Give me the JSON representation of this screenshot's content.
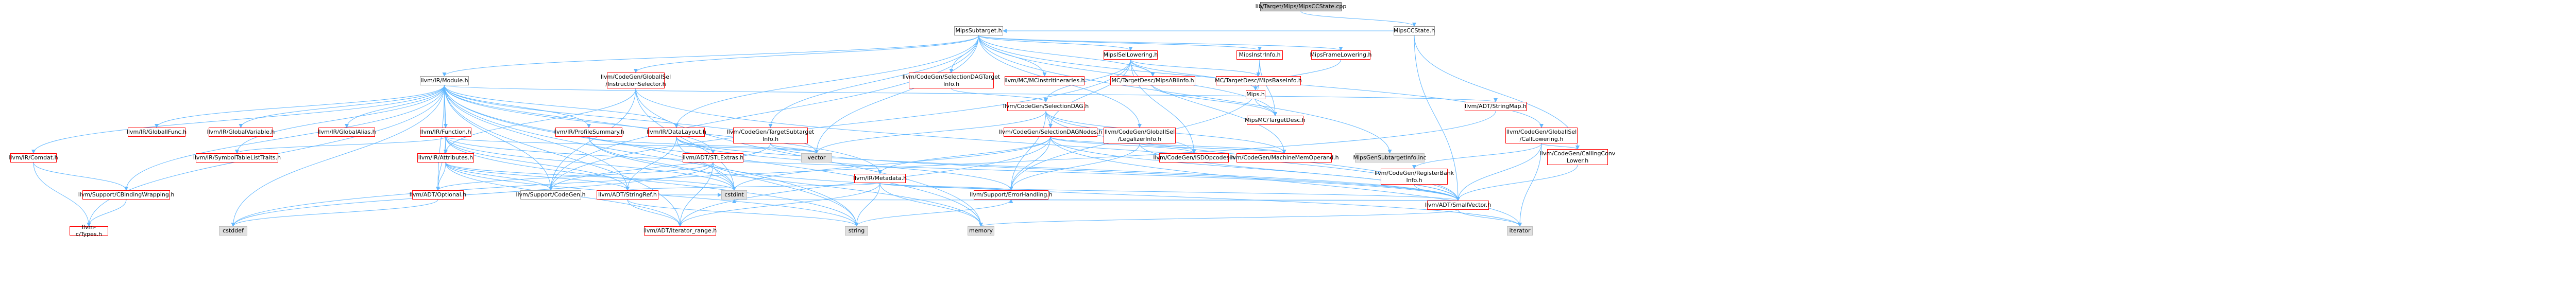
{
  "graph": {
    "root": "lib/Target/Mips/MipsCCState.cpp",
    "nodes": [
      {
        "id": "n0",
        "label": "lib/Target/Mips/MipsCCState.cpp",
        "style": "root"
      },
      {
        "id": "n1",
        "label": "MipsCCState.h",
        "style": "plain"
      },
      {
        "id": "n2",
        "label": "MipsSubtarget.h",
        "style": "plain"
      },
      {
        "id": "n3",
        "label": "llvm/IR/Module.h",
        "style": "plain"
      },
      {
        "id": "n4",
        "label": "llvm/CodeGen/GlobalISel\n/InstructionSelector.h",
        "style": "red"
      },
      {
        "id": "n5",
        "label": "llvm/MC/MCInstrItineraries.h",
        "style": "red"
      },
      {
        "id": "n6",
        "label": "MipsISelLowering.h",
        "style": "red"
      },
      {
        "id": "n7",
        "label": "MipsInstrInfo.h",
        "style": "red"
      },
      {
        "id": "n8",
        "label": "MipsFrameLowering.h",
        "style": "red"
      },
      {
        "id": "n9",
        "label": "llvm/CodeGen/SelectionDAGTarget\nInfo.h",
        "style": "red"
      },
      {
        "id": "n10",
        "label": "llvm/CodeGen/TargetSubtarget\nInfo.h",
        "style": "red"
      },
      {
        "id": "n11",
        "label": "llvm/CodeGen/SelectionDAG.h",
        "style": "red"
      },
      {
        "id": "n12",
        "label": "MC/TargetDesc/MipsABIInfo.h",
        "style": "red"
      },
      {
        "id": "n13",
        "label": "MC/TargetDesc/MipsBaseInfo.h",
        "style": "red"
      },
      {
        "id": "n14",
        "label": "Mips.h",
        "style": "red"
      },
      {
        "id": "n15",
        "label": "MipsMC/TargetDesc.h",
        "style": "red"
      },
      {
        "id": "n16",
        "label": "llvm/CodeGen/GlobalISel\n/CallLowering.h",
        "style": "red"
      },
      {
        "id": "n17",
        "label": "llvm/CodeGen/GlobalISel\n/LegalizerInfo.h",
        "style": "red"
      },
      {
        "id": "n18",
        "label": "llvm/CodeGen/SelectionDAGNodes.h",
        "style": "red"
      },
      {
        "id": "n19",
        "label": "llvm/ADT/StringMap.h",
        "style": "red"
      },
      {
        "id": "n20",
        "label": "llvm/CodeGen/CallingConv\nLower.h",
        "style": "red"
      },
      {
        "id": "n21",
        "label": "llvm/CodeGen/RegisterBank\nInfo.h",
        "style": "red"
      },
      {
        "id": "n22",
        "label": "llvm/ADT/SmallVector.h",
        "style": "red"
      },
      {
        "id": "n23",
        "label": "llvm/IR/GlobalIFunc.h",
        "style": "red"
      },
      {
        "id": "n24",
        "label": "llvm/IR/GlobalVariable.h",
        "style": "red"
      },
      {
        "id": "n25",
        "label": "llvm/IR/GlobalAlias.h",
        "style": "red"
      },
      {
        "id": "n26",
        "label": "llvm/IR/Function.h",
        "style": "red"
      },
      {
        "id": "n27",
        "label": "llvm/IR/ProfileSummary.h",
        "style": "red"
      },
      {
        "id": "n28",
        "label": "llvm/IR/DataLayout.h",
        "style": "red"
      },
      {
        "id": "n29",
        "label": "llvm/IR/Comdat.h",
        "style": "red"
      },
      {
        "id": "n30",
        "label": "llvm/IR/SymbolTableListTraits.h",
        "style": "red"
      },
      {
        "id": "n31",
        "label": "llvm/IR/Attributes.h",
        "style": "red"
      },
      {
        "id": "n32",
        "label": "llvm/ADT/STLExtras.h",
        "style": "red"
      },
      {
        "id": "n33",
        "label": "llvm/IR/Metadata.h",
        "style": "red"
      },
      {
        "id": "n34",
        "label": "llvm/Support/CBindingWrapping.h",
        "style": "red"
      },
      {
        "id": "n35",
        "label": "llvm/ADT/Optional.h",
        "style": "red"
      },
      {
        "id": "n36",
        "label": "llvm/Support/CodeGen.h",
        "style": "plain"
      },
      {
        "id": "n37",
        "label": "llvm/ADT/StringRef.h",
        "style": "red"
      },
      {
        "id": "n38",
        "label": "llvm/Support/ErrorHandling.h",
        "style": "red"
      },
      {
        "id": "n39",
        "label": "llvm/CodeGen/ISDOpcodes.h",
        "style": "red"
      },
      {
        "id": "n40",
        "label": "llvm/CodeGen/MachineMemOperand.h",
        "style": "red"
      },
      {
        "id": "n41",
        "label": "MipsGenSubtargetInfo.inc",
        "style": "grey"
      },
      {
        "id": "n42",
        "label": "vector",
        "style": "grey"
      },
      {
        "id": "n43",
        "label": "cstdint",
        "style": "grey"
      },
      {
        "id": "n44",
        "label": "llvm-c/Types.h",
        "style": "red"
      },
      {
        "id": "n45",
        "label": "cstddef",
        "style": "grey"
      },
      {
        "id": "n46",
        "label": "string",
        "style": "grey"
      },
      {
        "id": "n47",
        "label": "memory",
        "style": "grey"
      },
      {
        "id": "n48",
        "label": "llvm/ADT/iterator_range.h",
        "style": "red"
      },
      {
        "id": "n49",
        "label": "iterator",
        "style": "grey"
      }
    ],
    "edges": [
      [
        "n0",
        "n1"
      ],
      [
        "n1",
        "n2"
      ],
      [
        "n1",
        "n20"
      ],
      [
        "n1",
        "n22"
      ],
      [
        "n2",
        "n3"
      ],
      [
        "n2",
        "n4"
      ],
      [
        "n2",
        "n5"
      ],
      [
        "n2",
        "n6"
      ],
      [
        "n2",
        "n7"
      ],
      [
        "n2",
        "n8"
      ],
      [
        "n2",
        "n9"
      ],
      [
        "n2",
        "n10"
      ],
      [
        "n2",
        "n16"
      ],
      [
        "n2",
        "n17"
      ],
      [
        "n2",
        "n41"
      ],
      [
        "n2",
        "n42"
      ],
      [
        "n2",
        "n12"
      ],
      [
        "n2",
        "n15"
      ],
      [
        "n2",
        "n28"
      ],
      [
        "n2",
        "n36"
      ],
      [
        "n6",
        "n11"
      ],
      [
        "n6",
        "n12"
      ],
      [
        "n6",
        "n13"
      ],
      [
        "n6",
        "n14"
      ],
      [
        "n6",
        "n39"
      ],
      [
        "n6",
        "n40"
      ],
      [
        "n6",
        "n36"
      ],
      [
        "n6",
        "n18"
      ],
      [
        "n7",
        "n13"
      ],
      [
        "n7",
        "n14"
      ],
      [
        "n7",
        "n15"
      ],
      [
        "n8",
        "n14"
      ],
      [
        "n14",
        "n15"
      ],
      [
        "n9",
        "n11"
      ],
      [
        "n10",
        "n42"
      ],
      [
        "n10",
        "n36"
      ],
      [
        "n10",
        "n22"
      ],
      [
        "n11",
        "n18"
      ],
      [
        "n11",
        "n39"
      ],
      [
        "n11",
        "n40"
      ],
      [
        "n11",
        "n22"
      ],
      [
        "n11",
        "n38"
      ],
      [
        "n11",
        "n42"
      ],
      [
        "n12",
        "n15"
      ],
      [
        "n13",
        "n38"
      ],
      [
        "n16",
        "n20"
      ],
      [
        "n16",
        "n22"
      ],
      [
        "n16",
        "n21"
      ],
      [
        "n16",
        "n49"
      ],
      [
        "n17",
        "n22"
      ],
      [
        "n17",
        "n40"
      ],
      [
        "n17",
        "n38"
      ],
      [
        "n18",
        "n22"
      ],
      [
        "n18",
        "n38"
      ],
      [
        "n18",
        "n39"
      ],
      [
        "n18",
        "n40"
      ],
      [
        "n18",
        "n33"
      ],
      [
        "n18",
        "n48"
      ],
      [
        "n18",
        "n43"
      ],
      [
        "n18",
        "n49"
      ],
      [
        "n19",
        "n45"
      ],
      [
        "n20",
        "n22"
      ],
      [
        "n21",
        "n22"
      ],
      [
        "n22",
        "n43"
      ],
      [
        "n22",
        "n47"
      ],
      [
        "n22",
        "n49"
      ],
      [
        "n22",
        "n38"
      ],
      [
        "n3",
        "n23"
      ],
      [
        "n3",
        "n24"
      ],
      [
        "n3",
        "n25"
      ],
      [
        "n3",
        "n26"
      ],
      [
        "n3",
        "n27"
      ],
      [
        "n3",
        "n28"
      ],
      [
        "n3",
        "n29"
      ],
      [
        "n3",
        "n30"
      ],
      [
        "n3",
        "n31"
      ],
      [
        "n3",
        "n32"
      ],
      [
        "n3",
        "n33"
      ],
      [
        "n3",
        "n34"
      ],
      [
        "n3",
        "n35"
      ],
      [
        "n3",
        "n36"
      ],
      [
        "n3",
        "n37"
      ],
      [
        "n3",
        "n42"
      ],
      [
        "n3",
        "n43"
      ],
      [
        "n3",
        "n44"
      ],
      [
        "n3",
        "n45"
      ],
      [
        "n3",
        "n46"
      ],
      [
        "n3",
        "n47"
      ],
      [
        "n3",
        "n48"
      ],
      [
        "n3",
        "n19"
      ],
      [
        "n4",
        "n36"
      ],
      [
        "n4",
        "n43"
      ],
      [
        "n4",
        "n31"
      ],
      [
        "n4",
        "n22"
      ],
      [
        "n4",
        "n47"
      ],
      [
        "n26",
        "n31"
      ],
      [
        "n26",
        "n30"
      ],
      [
        "n26",
        "n35"
      ],
      [
        "n26",
        "n37"
      ],
      [
        "n26",
        "n46"
      ],
      [
        "n26",
        "n43"
      ],
      [
        "n26",
        "n22"
      ],
      [
        "n26",
        "n42"
      ],
      [
        "n27",
        "n42"
      ],
      [
        "n27",
        "n43"
      ],
      [
        "n27",
        "n47"
      ],
      [
        "n28",
        "n32"
      ],
      [
        "n28",
        "n37"
      ],
      [
        "n28",
        "n22"
      ],
      [
        "n28",
        "n38"
      ],
      [
        "n28",
        "n46"
      ],
      [
        "n29",
        "n34"
      ],
      [
        "n29",
        "n44"
      ],
      [
        "n31",
        "n35"
      ],
      [
        "n31",
        "n37"
      ],
      [
        "n31",
        "n36"
      ],
      [
        "n31",
        "n48"
      ],
      [
        "n31",
        "n46"
      ],
      [
        "n31",
        "n43"
      ],
      [
        "n32",
        "n35"
      ],
      [
        "n32",
        "n48"
      ],
      [
        "n32",
        "n43"
      ],
      [
        "n32",
        "n45"
      ],
      [
        "n32",
        "n49"
      ],
      [
        "n33",
        "n37"
      ],
      [
        "n33",
        "n38"
      ],
      [
        "n33",
        "n48"
      ],
      [
        "n33",
        "n22"
      ],
      [
        "n33",
        "n47"
      ],
      [
        "n33",
        "n46"
      ],
      [
        "n34",
        "n44"
      ],
      [
        "n37",
        "n48"
      ],
      [
        "n37",
        "n46"
      ],
      [
        "n37",
        "n43"
      ],
      [
        "n35",
        "n45"
      ],
      [
        "n38",
        "n46"
      ]
    ]
  }
}
